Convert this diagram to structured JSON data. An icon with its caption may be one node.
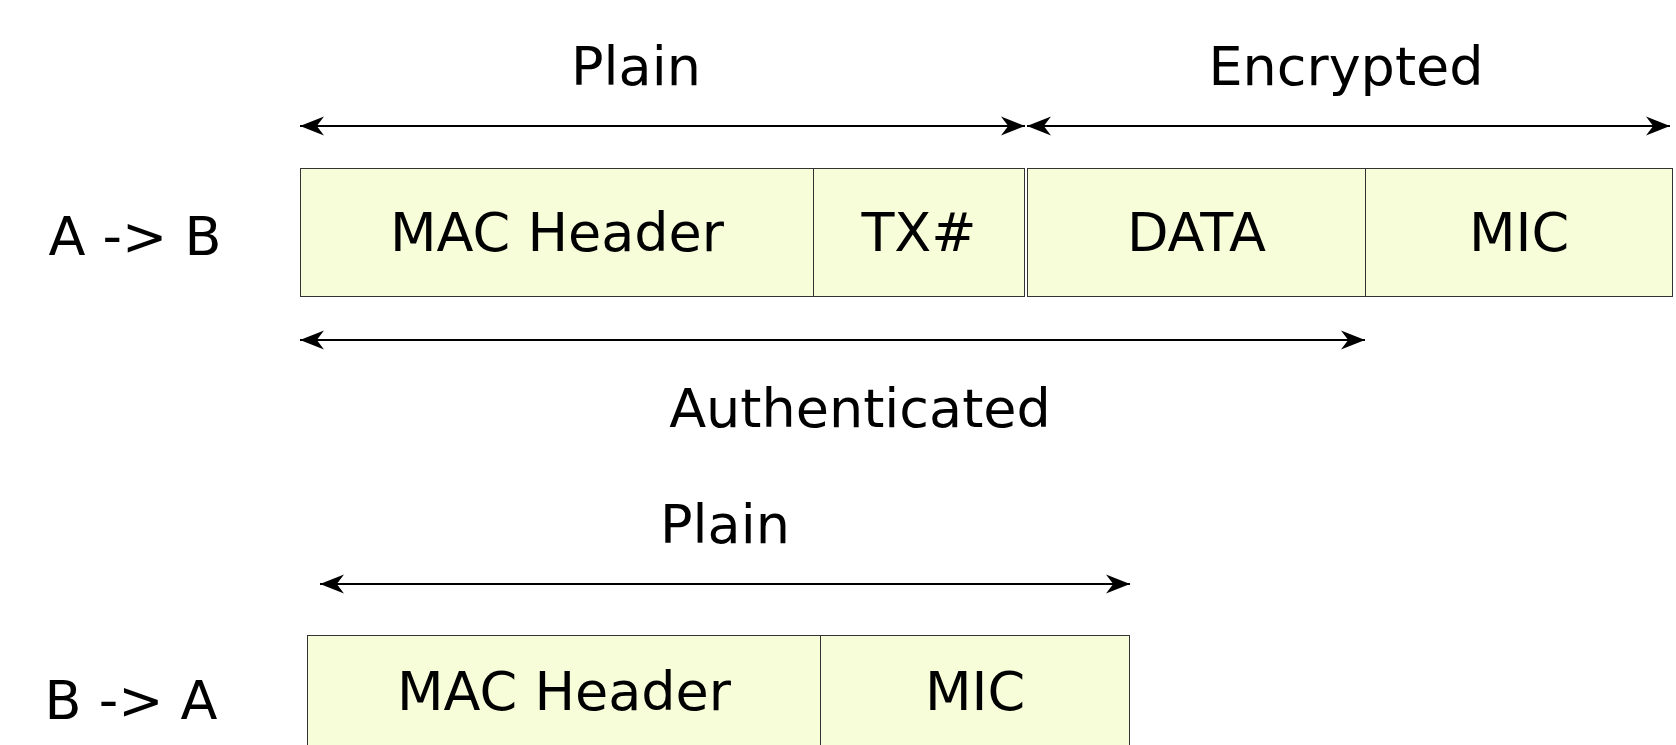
{
  "diagram": {
    "nodes": [
      {
        "text": [
          "MAC Header"
        ]
      },
      {
        "text": [
          "TX#"
        ]
      },
      {
        "text": [
          "DATA"
        ]
      },
      {
        "text": [
          "MIC"
        ]
      },
      {
        "text": [
          "MAC Header"
        ]
      },
      {
        "text": [
          "MIC"
        ]
      }
    ],
    "labels": [
      "Plain",
      "Encrypted",
      "A -> B",
      "Authenticated",
      "Plain",
      "B -> A"
    ]
  }
}
